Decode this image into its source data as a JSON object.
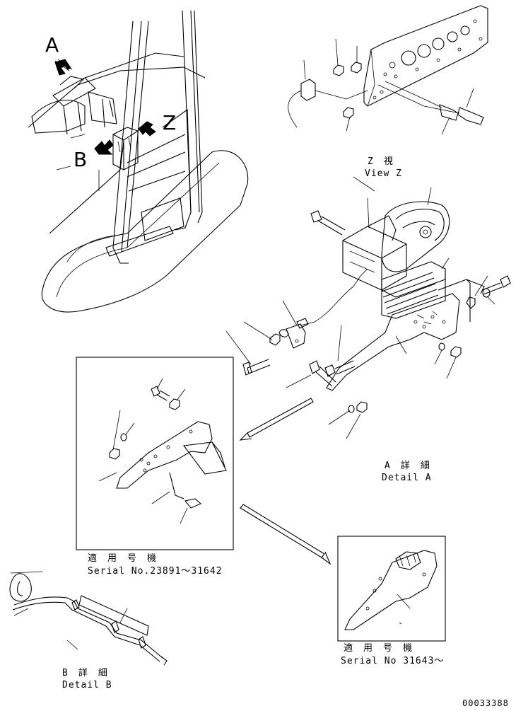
{
  "callouts": {
    "a": "A",
    "b": "B",
    "z": "Z"
  },
  "view_z": {
    "jp": "Z　視",
    "en": "View Z"
  },
  "detail_a": {
    "jp": "A　詳　細",
    "en": "Detail A"
  },
  "detail_b": {
    "jp": "B　詳　細",
    "en": "Detail B"
  },
  "serial_box_1": {
    "jp": "適　用　号　機",
    "en": "Serial No.23891～31642"
  },
  "serial_box_2": {
    "jp": "適　用　号　機",
    "en": "Serial No 31643～"
  },
  "drawing_number": "00033388",
  "icons": [
    "view-arrow-a-icon",
    "view-arrow-b-icon",
    "view-arrow-z-icon",
    "detail-arrow-icon"
  ]
}
